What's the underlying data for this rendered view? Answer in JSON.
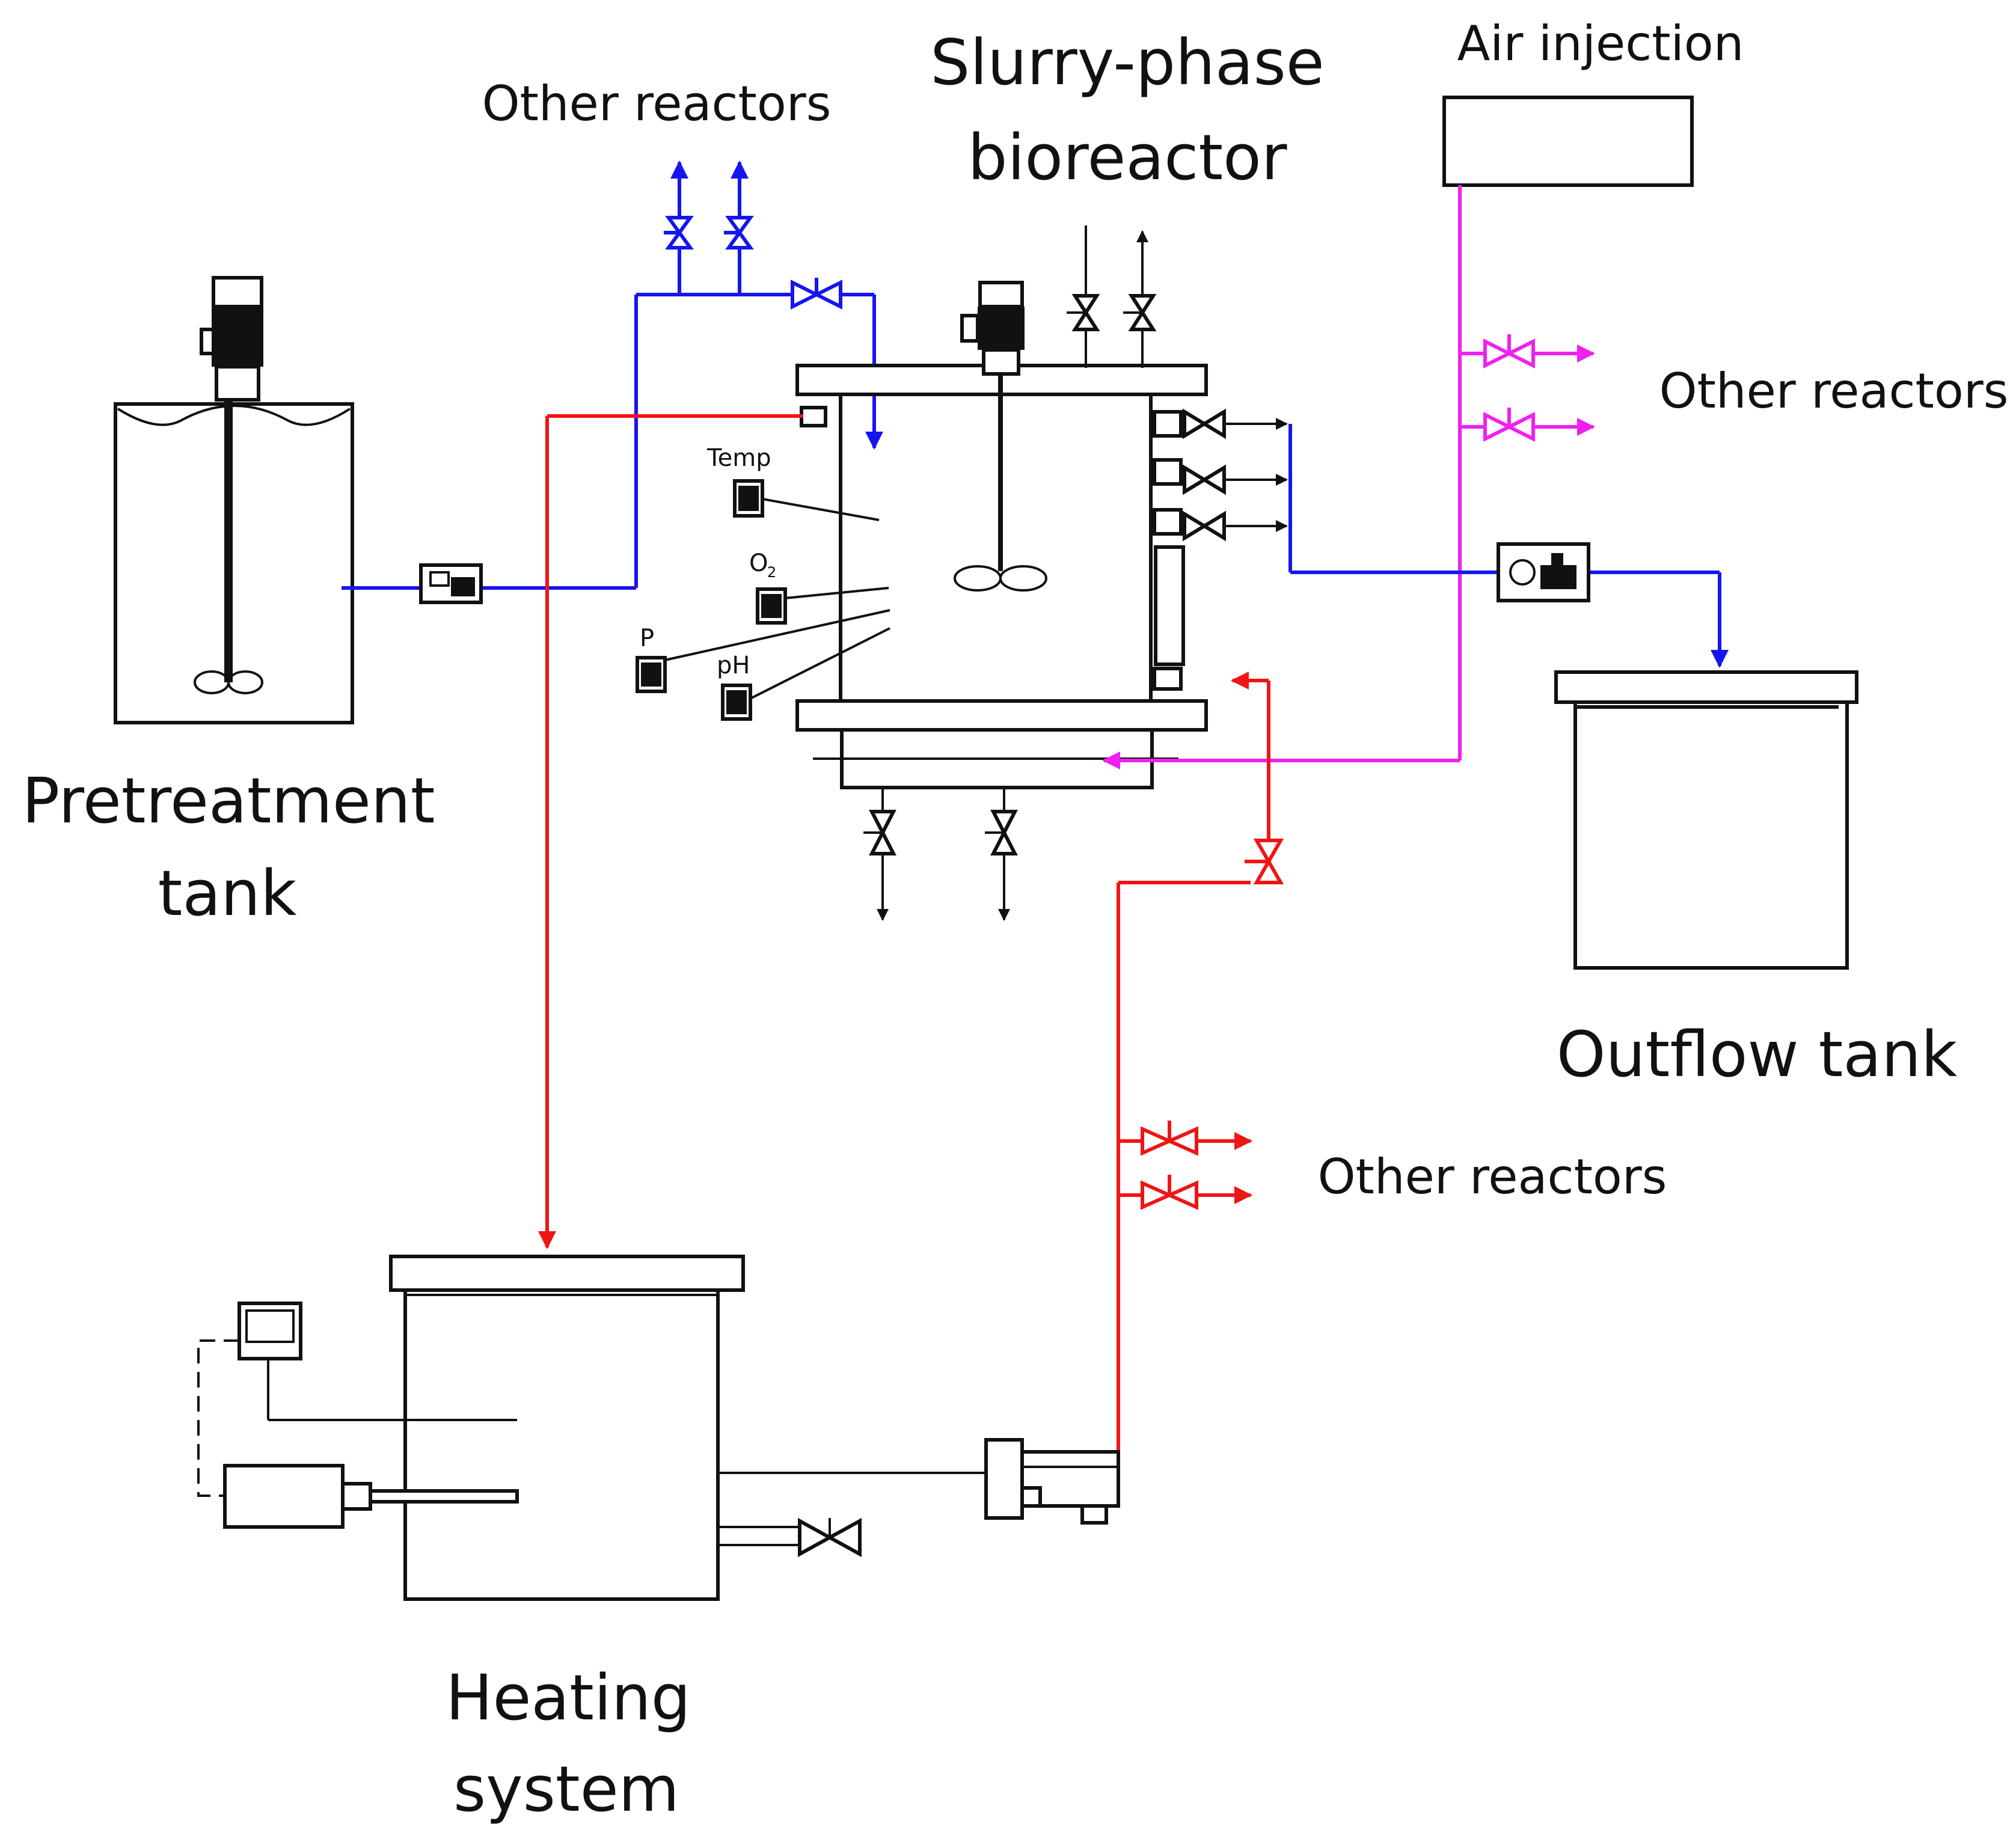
{
  "labels": {
    "pretreatment_line1": "Pretreatment",
    "pretreatment_line2": "tank",
    "bioreactor_line1": "Slurry-phase",
    "bioreactor_line2": "bioreactor",
    "air_injection": "Air injection",
    "other_reactors_top": "Other reactors",
    "other_reactors_right": "Other reactors",
    "other_reactors_bottom": "Other reactors",
    "outflow_tank": "Outflow tank",
    "heating_line1": "Heating",
    "heating_line2": "system"
  },
  "sensor_labels": {
    "temp": "Temp",
    "o2": "O",
    "o2_sub": "2",
    "pressure": "P",
    "ph": "pH"
  },
  "colors": {
    "feed_line": "#1515f0",
    "heating_line": "#f01515",
    "air_line": "#f020f0",
    "equipment": "#111111"
  }
}
